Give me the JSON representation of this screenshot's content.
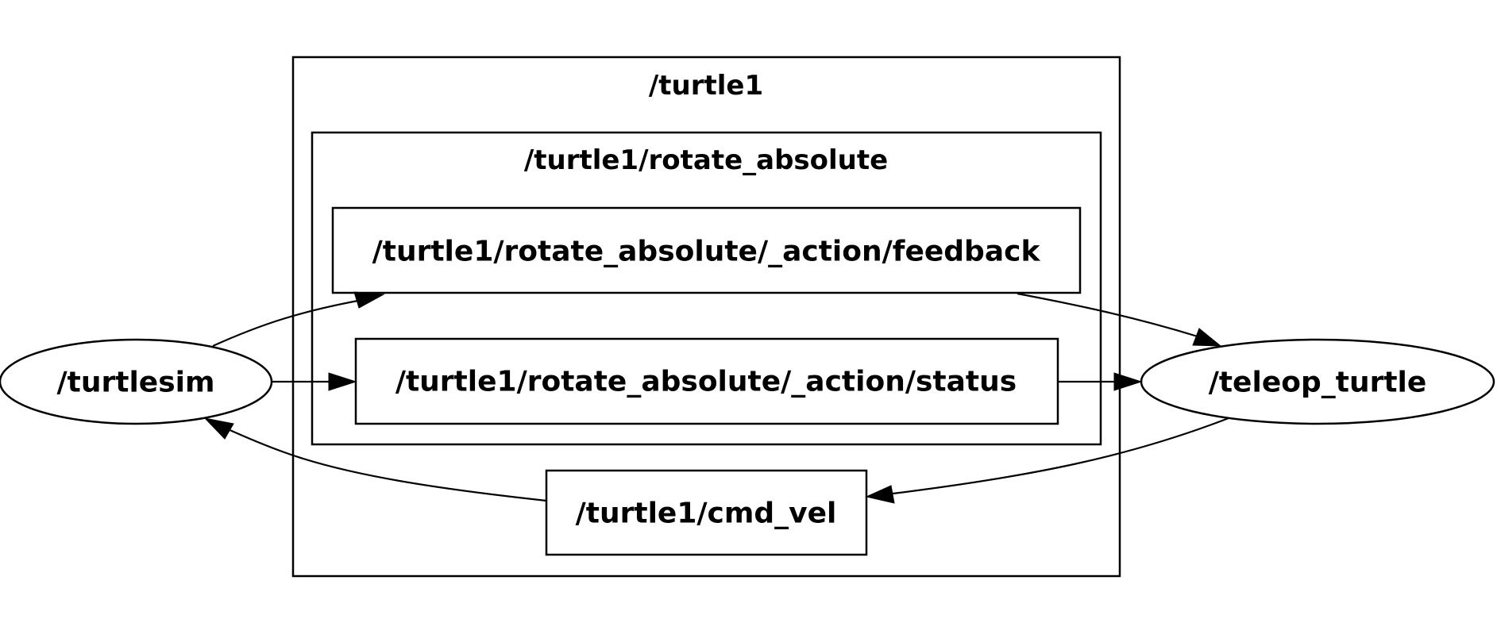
{
  "clusters": {
    "turtle1": {
      "label": "/turtle1"
    },
    "rotate_absolute": {
      "label": "/turtle1/rotate_absolute"
    }
  },
  "nodes": {
    "turtlesim": {
      "label": "/turtlesim",
      "shape": "ellipse"
    },
    "teleop_turtle": {
      "label": "/teleop_turtle",
      "shape": "ellipse"
    },
    "feedback": {
      "label": "/turtle1/rotate_absolute/_action/feedback",
      "shape": "box"
    },
    "status": {
      "label": "/turtle1/rotate_absolute/_action/status",
      "shape": "box"
    },
    "cmd_vel": {
      "label": "/turtle1/cmd_vel",
      "shape": "box"
    }
  },
  "edges": [
    {
      "from": "/turtlesim",
      "to": "/turtle1/rotate_absolute/_action/feedback"
    },
    {
      "from": "/turtlesim",
      "to": "/turtle1/rotate_absolute/_action/status"
    },
    {
      "from": "/turtle1/rotate_absolute/_action/feedback",
      "to": "/teleop_turtle"
    },
    {
      "from": "/turtle1/rotate_absolute/_action/status",
      "to": "/teleop_turtle"
    },
    {
      "from": "/teleop_turtle",
      "to": "/turtle1/cmd_vel"
    },
    {
      "from": "/turtle1/cmd_vel",
      "to": "/turtlesim"
    }
  ],
  "colors": {
    "stroke": "#000000",
    "background": "#ffffff"
  }
}
